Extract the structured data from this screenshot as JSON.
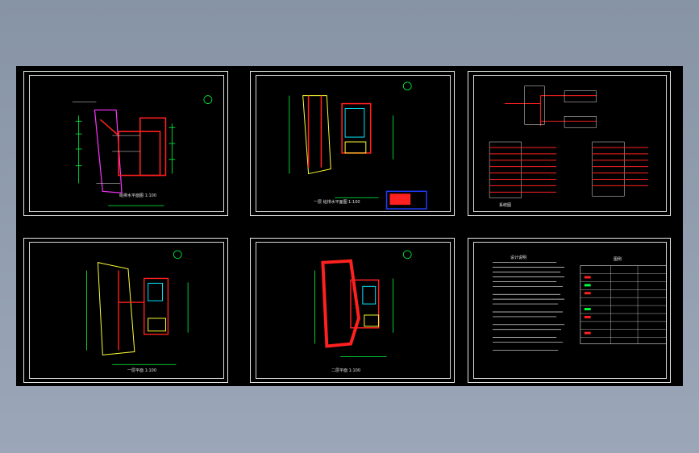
{
  "viewport": {
    "background": "#000000",
    "frame": "#e8e8e8"
  },
  "colors": {
    "wall": "#ff2020",
    "dim": "#00ff40",
    "text": "#e6e6e6",
    "cyan": "#00e5ff",
    "yellow": "#ffff33",
    "magenta": "#ff33ff",
    "blue": "#2040ff"
  },
  "sheets": [
    {
      "id": "sheet-1",
      "caption": "给排水平面图 1:100"
    },
    {
      "id": "sheet-2",
      "caption": "一层 给排水平面图 1:100"
    },
    {
      "id": "sheet-3",
      "caption": "系统图"
    },
    {
      "id": "sheet-4",
      "caption": "一层平面 1:100"
    },
    {
      "id": "sheet-5",
      "caption": "二层平面 1:100"
    },
    {
      "id": "sheet-6",
      "caption": "设计说明",
      "table_title": "图例"
    }
  ]
}
